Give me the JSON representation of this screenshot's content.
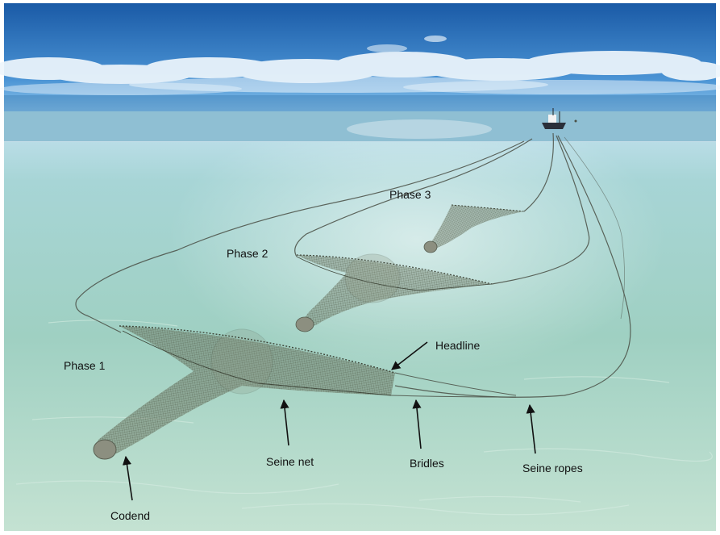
{
  "diagram": {
    "labels": {
      "phase1": "Phase 1",
      "phase2": "Phase 2",
      "phase3": "Phase 3",
      "headline": "Headline",
      "seine_net": "Seine net",
      "bridles": "Bridles",
      "seine_ropes": "Seine ropes",
      "codend": "Codend"
    },
    "colors": {
      "sky_top": "#1e5fa8",
      "sky_bottom": "#6db3e6",
      "horizon_water": "#c9e6ec",
      "seafloor": "#a9d5c6",
      "net": "#5f6a55",
      "rope": "#4a4f45",
      "arrow": "#111111"
    }
  }
}
